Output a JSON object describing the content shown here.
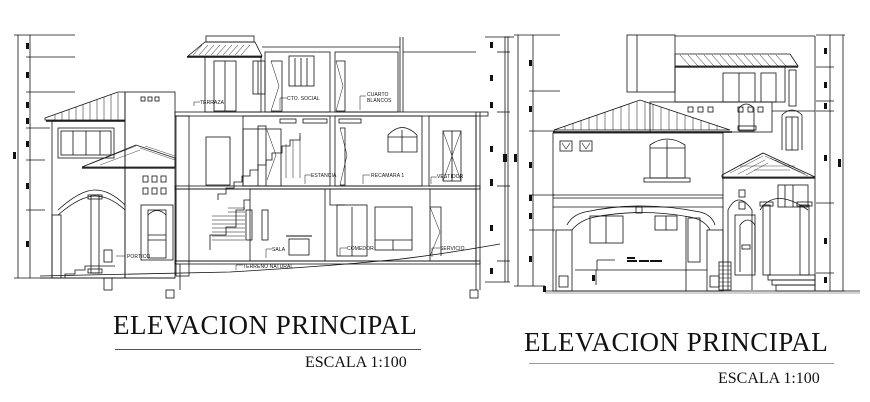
{
  "drawings": [
    {
      "id": "section",
      "title": "ELEVACION PRINCIPAL",
      "scale": "ESCALA 1:100",
      "room_labels": {
        "terraza": "TERRAZA",
        "cto_social": "CTO. SOCIAL",
        "cuarto_blancos_1": "CUARTO",
        "cuarto_blancos_2": "BLANCOS",
        "estancia": "ESTANCIA",
        "recamara": "RECAMARA 1",
        "vestidor": "VESTIDOR",
        "sala": "SALA",
        "comedor": "COMEDOR",
        "servicio": "SERVICIO",
        "portico": "PORTICO",
        "terreno": "TERRENO NATURAL"
      }
    },
    {
      "id": "facade",
      "title": "ELEVACION PRINCIPAL",
      "scale": "ESCALA 1:100"
    }
  ],
  "colors": {
    "line": "#111111",
    "background": "#ffffff",
    "rule_left": "#555555",
    "rule_right": "#999999"
  }
}
